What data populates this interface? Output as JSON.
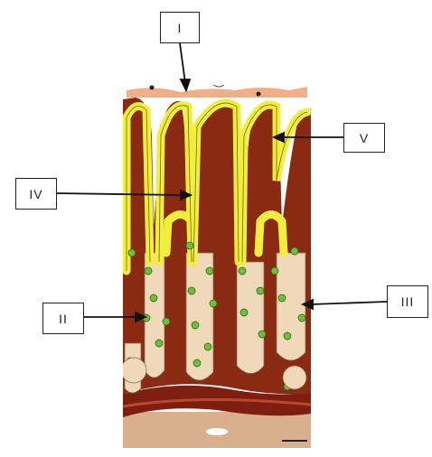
{
  "labels": {
    "I": "I",
    "II": "II",
    "III": "III",
    "IV": "IV",
    "V": "V"
  },
  "colors": {
    "lamina_propria": "#8B2A12",
    "enterocyte": "#F2EE3A",
    "crypt_cell": "#EFD9B8",
    "goblet_cell": "#69C23A",
    "mucus_lumen": "#F0A070",
    "submucosa": "#D8B08C",
    "muscularis": "#7E1E10"
  }
}
